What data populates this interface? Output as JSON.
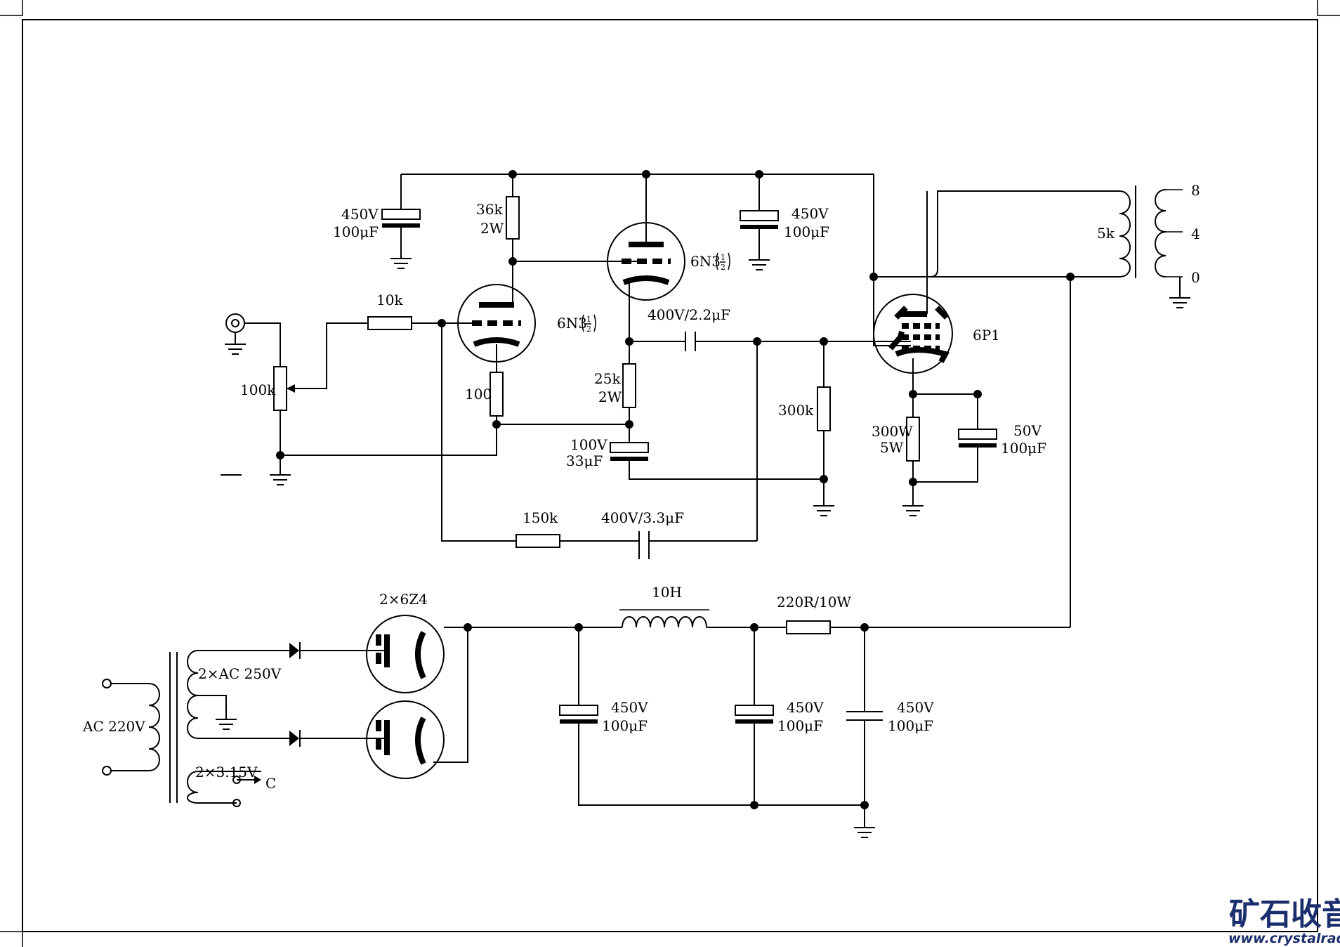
{
  "components": {
    "c_first_voltage": "450V",
    "c_first_value": "100μF",
    "r_plate1_value": "36k",
    "r_plate1_power": "2W",
    "v1_label": "6N3",
    "v2_label": "6N3",
    "half_num": "1",
    "half_den": "2",
    "c_second_voltage": "450V",
    "c_second_value": "100μF",
    "r_input": "10k",
    "pot": "100k",
    "r_cathode1": "100",
    "coupling_cap": "400V/2.2μF",
    "r_plate2_value": "25k",
    "r_plate2_power": "2W",
    "c_cathode2_voltage": "100V",
    "c_cathode2_value": "33μF",
    "r_grid": "300k",
    "power_tube": "6P1",
    "r_cathode3_value": "300W",
    "r_cathode3_power": "5W",
    "c_cathode3_voltage": "50V",
    "c_cathode3_value": "100μF",
    "fb_resistor": "150k",
    "fb_cap": "400V/3.3μF",
    "ot_primary": "5k",
    "tap_8": "8",
    "tap_4": "4",
    "tap_0": "0",
    "rectifier": "2×6Z4",
    "choke": "10H",
    "r_filter": "220R/10W",
    "pt_secondary_hv": "2×AC 250V",
    "pt_primary": "AC 220V",
    "pt_heater": "2×3.15V",
    "heater_out": "C",
    "fc1_voltage": "450V",
    "fc1_value": "100μF",
    "fc2_voltage": "450V",
    "fc2_value": "100μF",
    "fc3_voltage": "450V",
    "fc3_value": "100μF"
  },
  "watermark": {
    "name": "矿石收音机",
    "url": "www.crystalradio.cn"
  },
  "colors": {
    "line": "#000000",
    "watermark": "#1b2f6e"
  }
}
